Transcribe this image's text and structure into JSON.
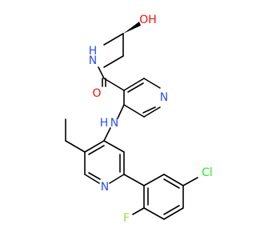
{
  "molecule": {
    "atom_labels": {
      "n_amide": "N",
      "h_amide": "H",
      "o_hydroxyl": "OH",
      "o_carbonyl": "O",
      "n_pyridine_1": "N",
      "n_amine": "N",
      "h_amine": "H",
      "n_pyridine_2": "N",
      "cl": "Cl",
      "f": "F"
    },
    "colors": {
      "bond": "#000000",
      "nitrogen": "#3050F8",
      "oxygen": "#FF0D0D",
      "chlorine": "#1FF01F",
      "fluorine": "#90E050",
      "background": "#FFFFFF"
    },
    "stereo": "wedge-bond on the carbinol carbon (2-hydroxypropyl group)"
  }
}
